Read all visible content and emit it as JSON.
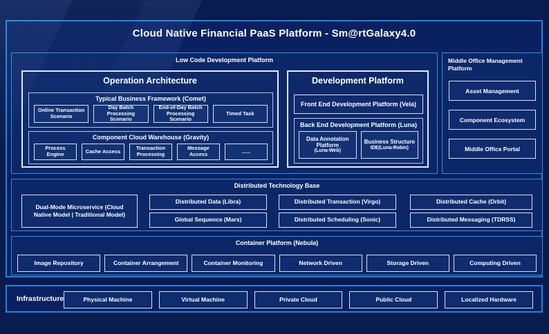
{
  "title": "Cloud Native Financial PaaS Platform - Sm@rtGalaxy4.0",
  "colors": {
    "page_bg": "#0a1b50",
    "panel_bg": "#0c2767",
    "accent_blue_border": "#1f86dd",
    "light_border": "#d9e2f1",
    "text": "#ffffff"
  },
  "low_code": {
    "label": "Low Code Development Platform",
    "operation_architecture": {
      "title": "Operation Architecture",
      "typical_business": {
        "label": "Typical Business Framework (Comet)",
        "items": [
          "Online Transaction Scenario",
          "Day Batch Processing Scenario",
          "End-of-Day Batch Processing Scenario",
          "Timed Task"
        ]
      },
      "component_cloud": {
        "label": "Component Cloud Warehouse (Gravity)",
        "items": [
          "Process Engine",
          "Cache Access",
          "Transaction Processing",
          "Message Access",
          "......"
        ]
      }
    },
    "development_platform": {
      "title": "Development Platform",
      "front_end_label": "Front End Development Platform (Vela)",
      "back_end": {
        "label": "Back End Development Platform (Luna)",
        "items": [
          {
            "line1": "Data Annotation Platform",
            "line2": "(Luna-Web)"
          },
          {
            "line1": "Business Structure",
            "line2": "IDE(Luna-Robin)"
          }
        ]
      }
    }
  },
  "middle_office": {
    "label": "Middle Office Management Platform",
    "items": [
      "Asset Management",
      "Component Ecosystem",
      "Middle Office Portal"
    ]
  },
  "distributed_base": {
    "label": "Distributed Technology Base",
    "dual_mode_label": "Dual-Mode Microservice (Cloud Native Model | Traditional Model)",
    "col1": [
      "Distributed Data (Libra)",
      "Global Sequence (Mars)"
    ],
    "col2": [
      "Distributed Transaction (Virgo)",
      "Distributed Scheduling (Sonic)"
    ],
    "col3": [
      "Distributed Cache (Orbit)",
      "Distributed Messaging (TDRSS)"
    ]
  },
  "container_platform": {
    "label": "Container Platform (Nebula)",
    "items": [
      "Image Repository",
      "Container Arrangement",
      "Container Monitoring",
      "Network Driven",
      "Storage Driven",
      "Computing Driven"
    ]
  },
  "infrastructure": {
    "label": "Infrastructure",
    "items": [
      "Physical Machine",
      "Virtual Machine",
      "Private Cloud",
      "Public Cloud",
      "Localized Hardware"
    ]
  }
}
